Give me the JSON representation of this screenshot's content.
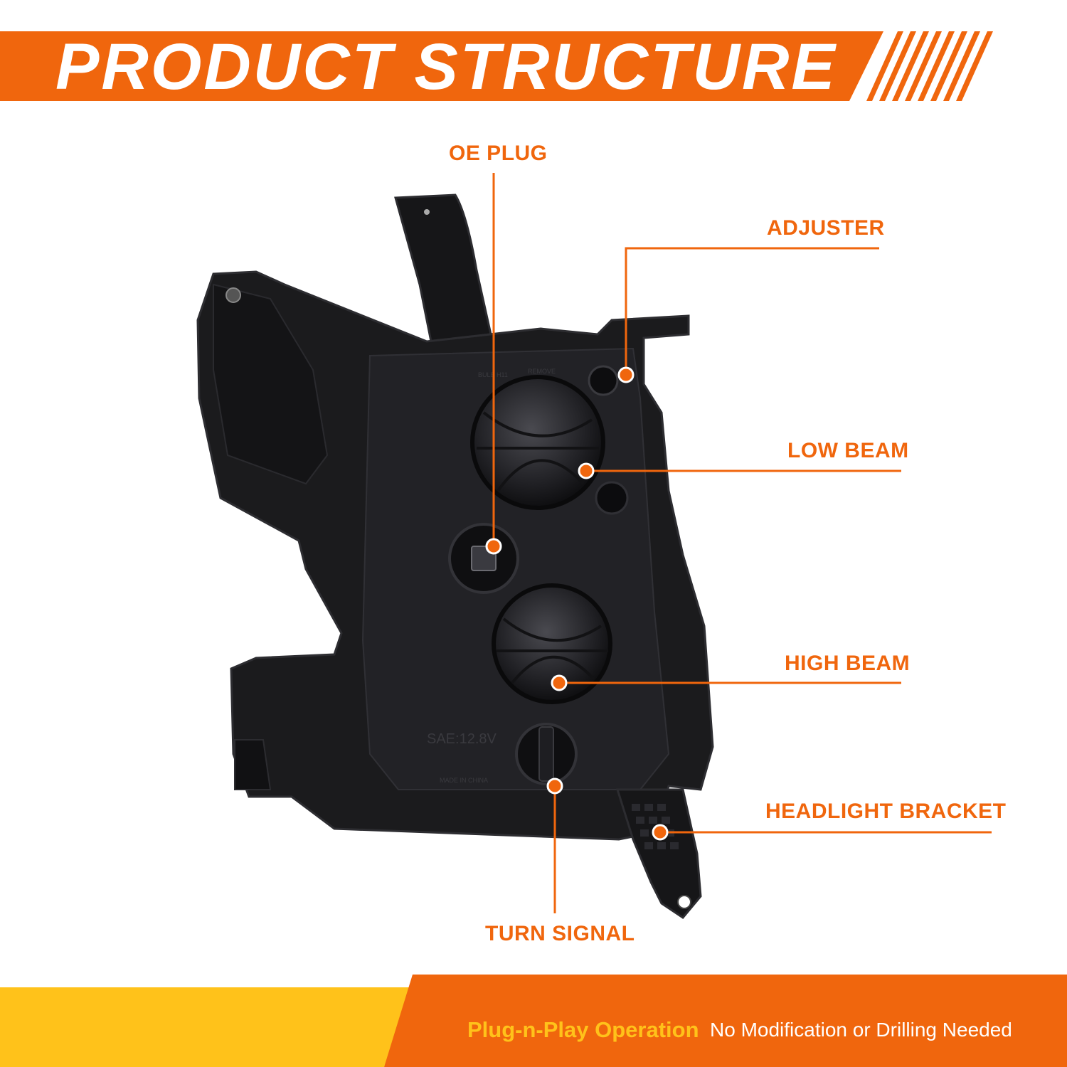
{
  "header": {
    "title": "PRODUCT STRUCTURE"
  },
  "callouts": {
    "oe_plug": "OE PLUG",
    "adjuster": "ADJUSTER",
    "low_beam": "LOW BEAM",
    "high_beam": "HIGH BEAM",
    "headlight_bracket": "HEADLIGHT BRACKET",
    "turn_signal": "TURN SIGNAL"
  },
  "product_markings": {
    "sae": "SAE:12.8V",
    "made_in": "MADE IN CHINA",
    "bulb": "BULB H11",
    "remove": "REMOVE"
  },
  "footer": {
    "highlight": "Plug-n-Play Operation",
    "note": "No Modification or Drilling Needed"
  },
  "colors": {
    "accent_orange": "#f0660d",
    "footer_yellow": "#ffc21a",
    "product_black": "#1b1b1d"
  }
}
